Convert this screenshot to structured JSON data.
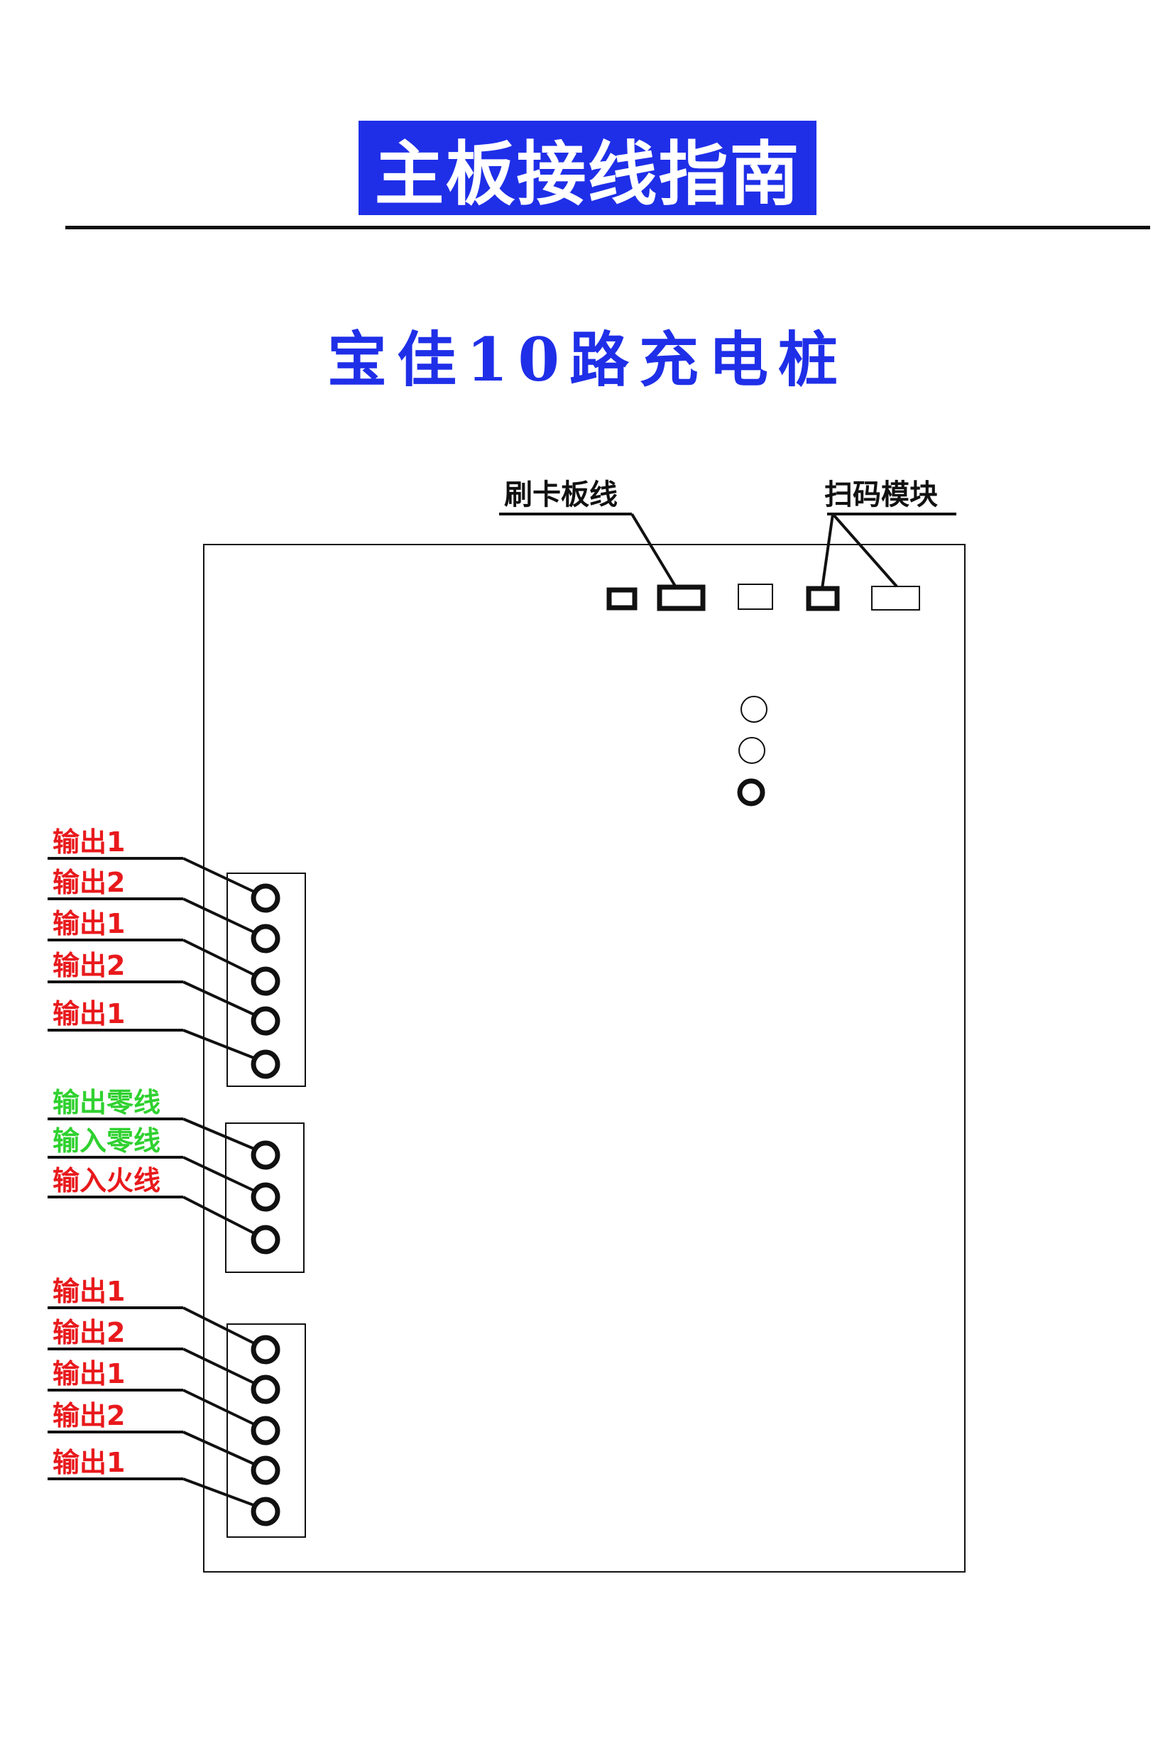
{
  "header": {
    "title": "主板接线指南"
  },
  "subtitle": "宝佳10路充电桩",
  "top_labels": {
    "card_reader": "刷卡板线",
    "scanner": "扫码模块"
  },
  "groups": [
    {
      "labels": [
        "输出1",
        "输出2",
        "输出1",
        "输出2",
        "输出1"
      ],
      "colors": [
        "#e8191c",
        "#e8191c",
        "#e8191c",
        "#e8191c",
        "#e8191c"
      ]
    },
    {
      "labels": [
        "输出零线",
        "输入零线",
        "输入火线"
      ],
      "colors": [
        "#2fd12f",
        "#2fd12f",
        "#e8191c"
      ]
    },
    {
      "labels": [
        "输出1",
        "输出2",
        "输出1",
        "输出2",
        "输出1"
      ],
      "colors": [
        "#e8191c",
        "#e8191c",
        "#e8191c",
        "#e8191c",
        "#e8191c"
      ]
    }
  ],
  "colors": {
    "accent": "#1f2fe8",
    "live_red": "#e8191c",
    "neutral_green": "#2fd12f"
  }
}
